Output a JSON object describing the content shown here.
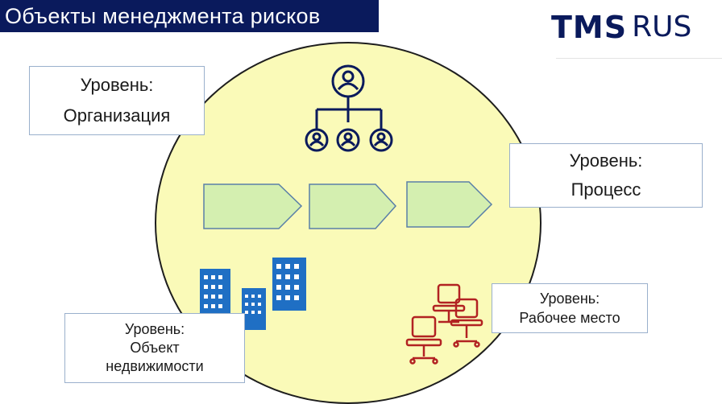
{
  "header": {
    "title": "Объекты менеджмента рисков"
  },
  "logo": {
    "part1": "TMS",
    "part2": "RUS"
  },
  "colors": {
    "title_bg": "#0a1a5c",
    "circle_fill": "#fafab8",
    "arrow_fill": "#d4efb0",
    "building": "#1f6fc4",
    "chair": "#b22222",
    "org_icon": "#0a1a5c"
  },
  "levels": {
    "organization": {
      "line1": "Уровень:",
      "line2": "Организация"
    },
    "process": {
      "line1": "Уровень:",
      "line2": "Процесс"
    },
    "workplace": {
      "line1": "Уровень:",
      "line2": "Рабочее место"
    },
    "real_estate": {
      "line1": "Уровень:",
      "line2": "Объект",
      "line3": "недвижимости"
    }
  },
  "icons": {
    "org_chart": "org-chart-icon",
    "process_steps": "process-arrow",
    "buildings": "building-icon",
    "chairs": "office-chair-icon"
  }
}
